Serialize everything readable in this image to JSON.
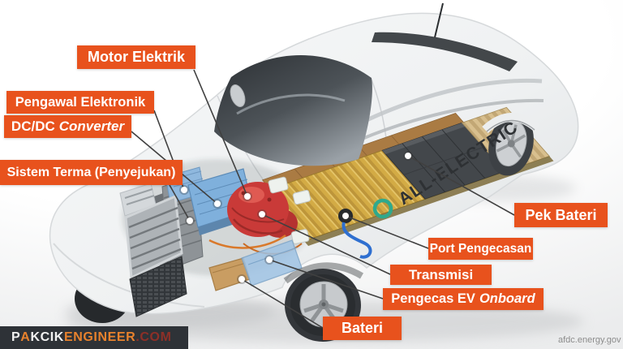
{
  "diagram": {
    "description": "Cutaway illustration of an all-electric car with labeled components",
    "car_side_text": "ALL-ELECTRIC",
    "labels": [
      {
        "id": "motor-elektrik",
        "text": "Motor Elektrik"
      },
      {
        "id": "pengawal-elektronik",
        "text": "Pengawal Elektronik"
      },
      {
        "id": "dcdc-converter",
        "text": "DC/DC",
        "italic": "Converter"
      },
      {
        "id": "sistem-terma",
        "text": "Sistem Terma (Penyejukan)"
      },
      {
        "id": "pek-bateri",
        "text": "Pek Bateri"
      },
      {
        "id": "port-pengecasan",
        "text": "Port Pengecasan"
      },
      {
        "id": "transmisi",
        "text": "Transmisi"
      },
      {
        "id": "pengecas-ev-onboard",
        "text": "Pengecas EV",
        "italic": "Onboard"
      },
      {
        "id": "bateri",
        "text": "Bateri"
      }
    ]
  },
  "footer": {
    "brand": {
      "p1": "P",
      "p2": "A",
      "p3": "KCIK",
      "p4": "ENGINEER",
      "p5": ".COM"
    },
    "source": "afdc.energy.gov"
  },
  "colors": {
    "label_bg": "#E8521D",
    "label_text": "#FFFFFF",
    "brand_bar_bg": "#2E3237",
    "brand_orange": "#E8822D",
    "brand_dark_red": "#8E2F27",
    "credit_text": "#8C8C8C",
    "battery_gold": "#D3AB45",
    "motor_red": "#C93A38",
    "electronics_blue": "#7FB0DC",
    "logo_teal": "#2FA98C"
  }
}
